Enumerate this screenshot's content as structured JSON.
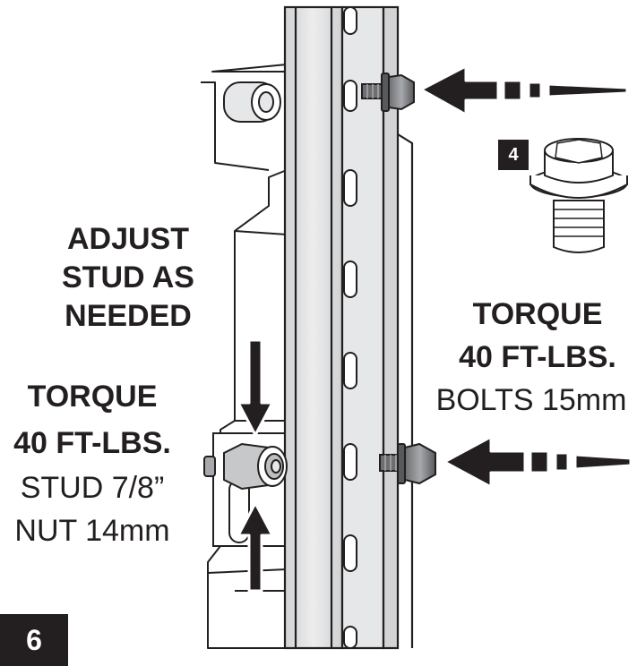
{
  "labels": {
    "adjust_line1": "ADJUST",
    "adjust_line2": "STUD AS",
    "adjust_line3": "NEEDED",
    "left_torque": "TORQUE",
    "left_torque_value": "40 FT-LBS.",
    "stud_size": "STUD 7/8”",
    "nut_size": "NUT 14mm",
    "right_torque": "TORQUE",
    "right_torque_value": "40 FT-LBS.",
    "bolt_size": "BOLTS 15mm"
  },
  "part_badge": "4",
  "step_badge": "6",
  "colors": {
    "ink": "#231f20",
    "post_fill": "#e6e7e8",
    "bolt_fill": "#58595b",
    "bracket_fill": "#ffffff"
  }
}
